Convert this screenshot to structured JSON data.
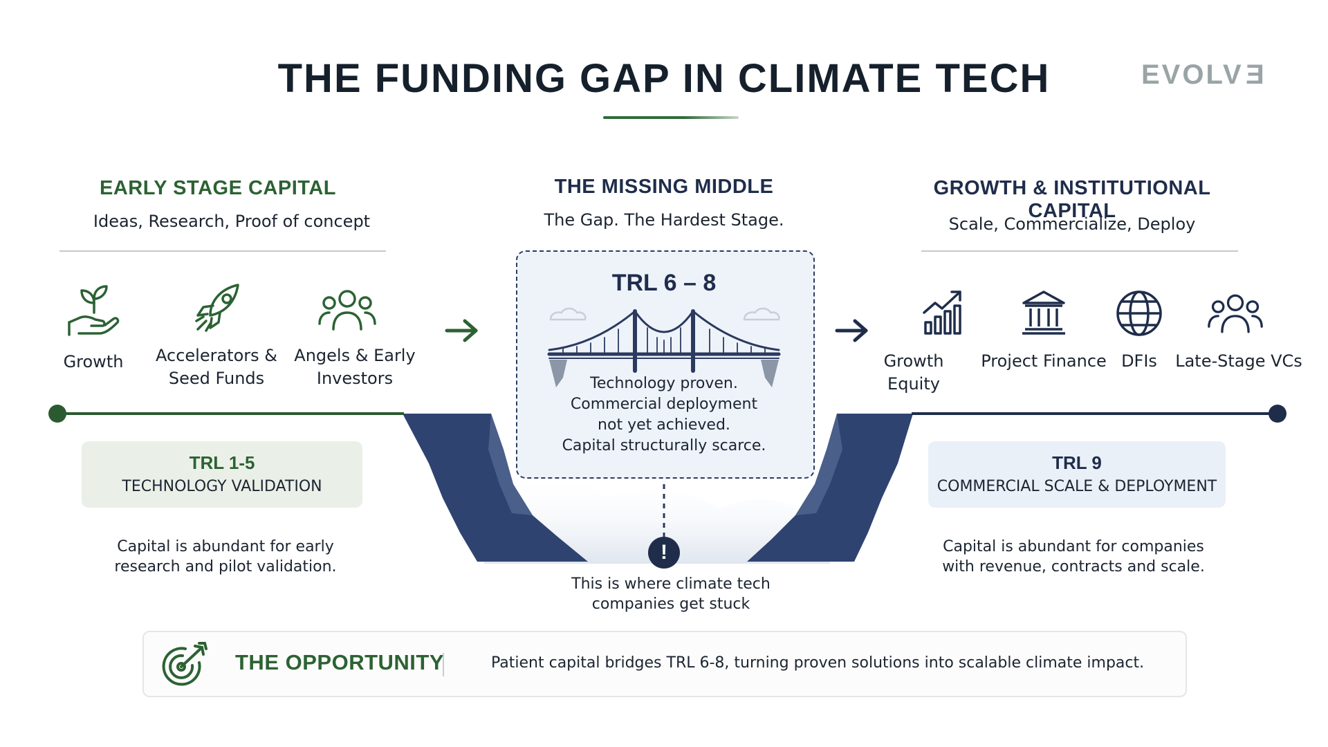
{
  "title": "THE FUNDING GAP IN CLIMATE TECH",
  "logo": {
    "left": "EVOLV",
    "mirrored": "E"
  },
  "early": {
    "heading": "EARLY STAGE CAPITAL",
    "subtitle": "Ideas, Research, Proof of concept",
    "icons": [
      {
        "label_lines": [
          "Growth"
        ],
        "icon": "plant-hand-icon"
      },
      {
        "label_lines": [
          "Accelerators &",
          "Seed Funds"
        ],
        "icon": "rocket-icon"
      },
      {
        "label_lines": [
          "Angels & Early",
          "Investors"
        ],
        "icon": "people-group-icon"
      }
    ],
    "trl": "TRL 1-5",
    "trl_caption": "TECHNOLOGY VALIDATION",
    "description_lines": [
      "Capital is abundant for early",
      "research and pilot validation."
    ]
  },
  "middle": {
    "heading": "THE MISSING MIDDLE",
    "subtitle": "The Gap. The Hardest Stage.",
    "trl": "TRL 6 – 8",
    "text_lines": [
      "Technology proven.",
      "Commercial deployment",
      "not yet achieved.",
      "Capital structurally scarce."
    ],
    "alert_symbol": "!",
    "stuck_lines": [
      "This is where climate tech",
      "companies get stuck"
    ]
  },
  "growth": {
    "heading": "GROWTH & INSTITUTIONAL CAPITAL",
    "subtitle": "Scale, Commercialize, Deploy",
    "icons": [
      {
        "label": "Growth Equity",
        "icon": "bar-chart-arrow-icon"
      },
      {
        "label": "Project Finance",
        "icon": "bank-icon"
      },
      {
        "label": "DFIs",
        "icon": "globe-icon"
      },
      {
        "label": "Late-Stage VCs",
        "icon": "people-group-icon"
      }
    ],
    "trl": "TRL 9",
    "trl_caption": "COMMERCIAL SCALE & DEPLOYMENT",
    "description_lines": [
      "Capital is abundant for companies",
      "with revenue, contracts and scale."
    ]
  },
  "opportunity": {
    "title": "THE OPPORTUNITY",
    "text": "Patient capital bridges TRL 6-8, turning proven solutions into scalable climate impact."
  },
  "colors": {
    "green": "#2c6233",
    "navy": "#1f2d4b",
    "cliff": "#2e4370",
    "gap_bg": "#eef3fa"
  }
}
